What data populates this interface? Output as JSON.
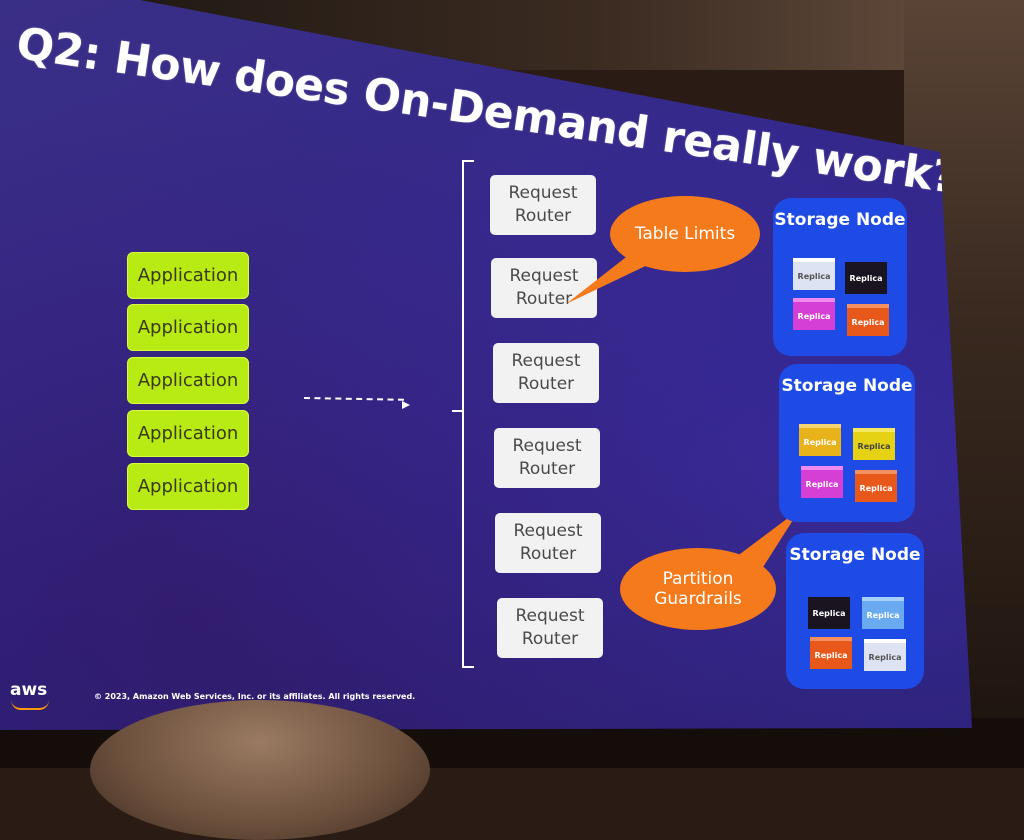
{
  "slide": {
    "title": "Q2: How does On-Demand really work?",
    "applications": [
      "Application",
      "Application",
      "Application",
      "Application",
      "Application"
    ],
    "routers": [
      {
        "line1": "Request",
        "line2": "Router"
      },
      {
        "line1": "Request",
        "line2": "Router"
      },
      {
        "line1": "Request",
        "line2": "Router"
      },
      {
        "line1": "Request",
        "line2": "Router"
      },
      {
        "line1": "Request",
        "line2": "Router"
      },
      {
        "line1": "Request",
        "line2": "Router"
      }
    ],
    "callouts": {
      "table_limits": "Table Limits",
      "partition_line1": "Partition",
      "partition_line2": "Guardrails"
    },
    "storage_nodes": [
      {
        "title": "Storage Node",
        "replicas": [
          "Replica",
          "Replica",
          "Replica",
          "Replica"
        ]
      },
      {
        "title": "Storage Node",
        "replicas": [
          "Replica",
          "Replica",
          "Replica",
          "Replica"
        ]
      },
      {
        "title": "Storage Node",
        "replicas": [
          "Replica",
          "Replica",
          "Replica",
          "Replica"
        ]
      }
    ],
    "footer": {
      "logo": "aws",
      "copyright": "© 2023, Amazon Web Services, Inc. or its affiliates. All rights reserved."
    }
  },
  "colors": {
    "slide_bg": "#34288a",
    "application": "#b8ea14",
    "router": "#f2f2f2",
    "storage_node": "#1e4be6",
    "callout": "#f47a1c"
  }
}
